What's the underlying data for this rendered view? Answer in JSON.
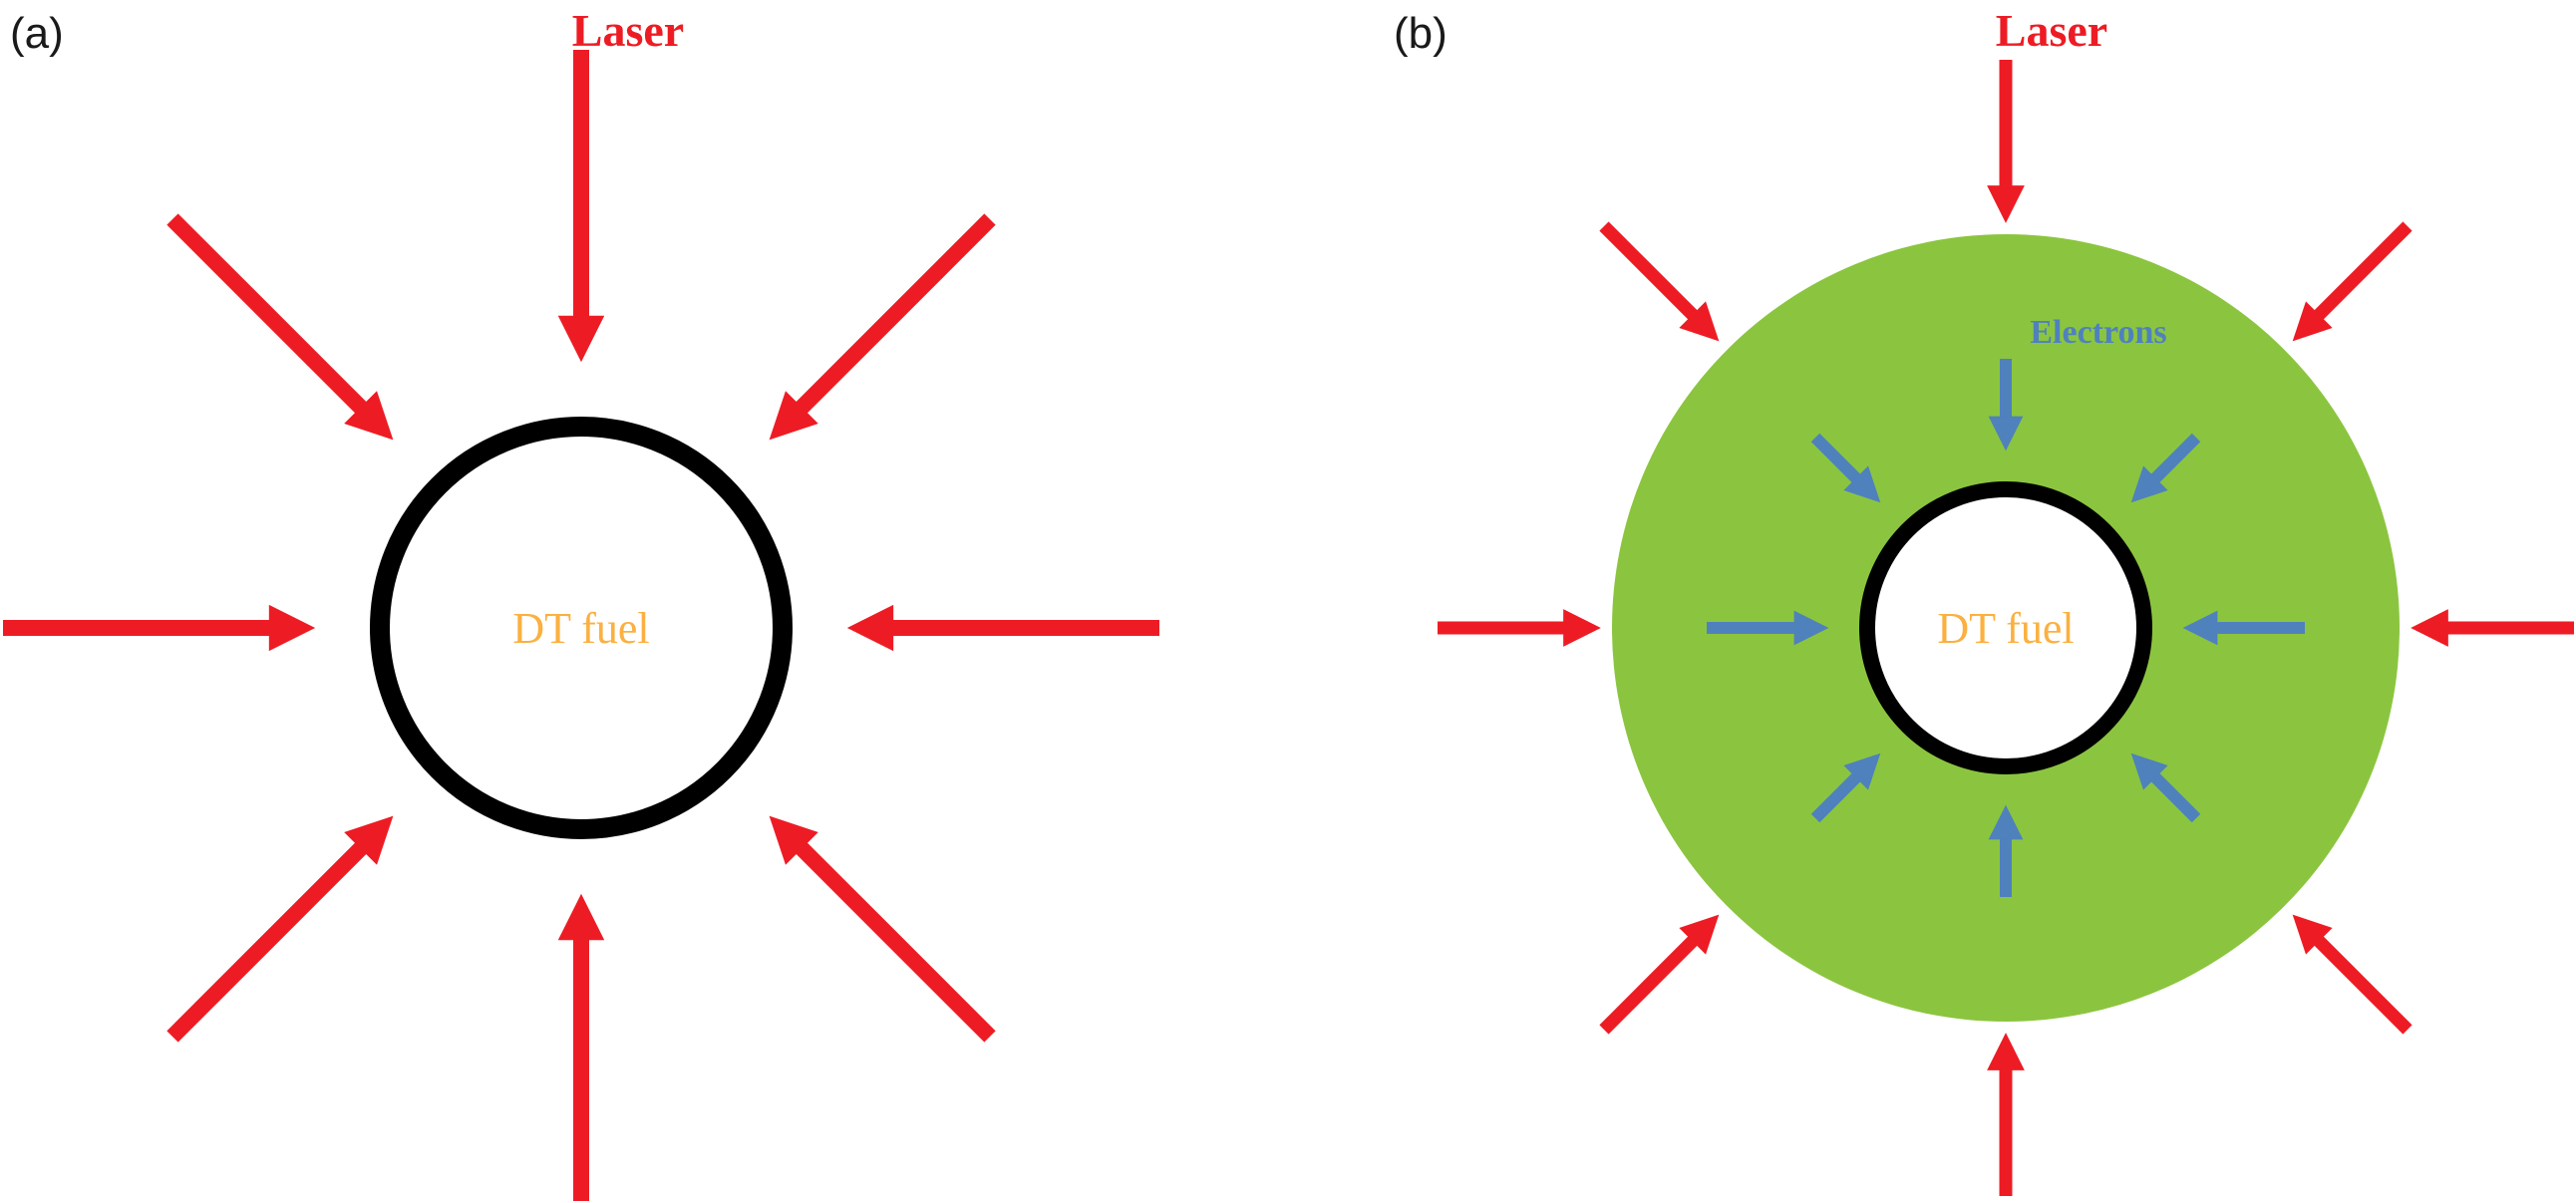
{
  "figure": {
    "panels": {
      "a": {
        "label": "(a)",
        "laser": "Laser",
        "fuel": "DT fuel"
      },
      "b": {
        "label": "(b)",
        "laser": "Laser",
        "electrons": "Electrons",
        "fuel": "DT fuel"
      }
    }
  },
  "colors": {
    "laser_red": "#ed1c24",
    "electron_blue": "#4f81bd",
    "ablator_green": "#8bc53f",
    "fuel_orange": "#fbb040",
    "shell_black": "#000000",
    "panel_label": "#1a1a1a",
    "background": "#ffffff"
  }
}
